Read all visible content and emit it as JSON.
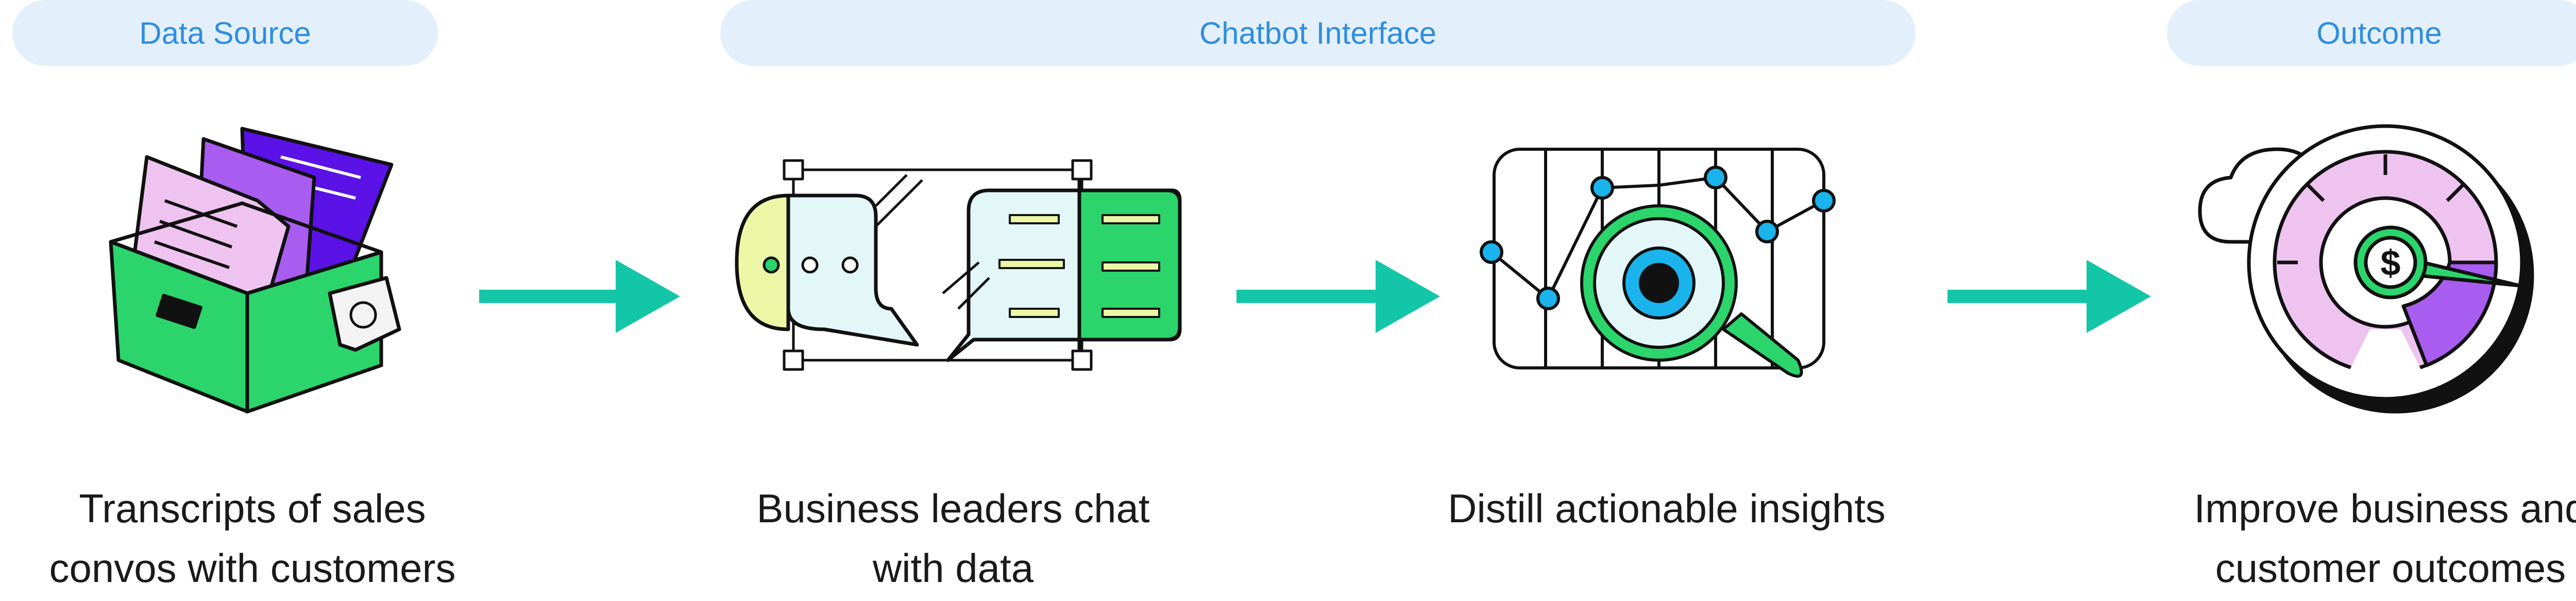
{
  "sections": {
    "data_source": "Data Source",
    "chatbot_interface": "Chatbot Interface",
    "outcome": "Outcome"
  },
  "steps": [
    {
      "icon": "file-box-icon",
      "line1": "Transcripts of sales",
      "line2": "convos with customers"
    },
    {
      "icon": "chat-bubbles-icon",
      "line1": "Business leaders chat",
      "line2": "with data"
    },
    {
      "icon": "magnifier-graph-icon",
      "line1": "Distill actionable insights",
      "line2": ""
    },
    {
      "icon": "gauge-dollar-icon",
      "line1": "Improve business and",
      "line2": "customer outcomes"
    }
  ],
  "colors": {
    "arrow": "#14c6a8",
    "pill_bg": "#e3f0fb",
    "pill_text": "#2f8de0",
    "green": "#2bd56c",
    "pink": "#efc3ef",
    "purple": "#a85cf0",
    "indigo": "#5a12e6",
    "blue": "#1ab3ec",
    "light_cyan": "#e3f7f8",
    "lime": "#ecf7a6"
  }
}
